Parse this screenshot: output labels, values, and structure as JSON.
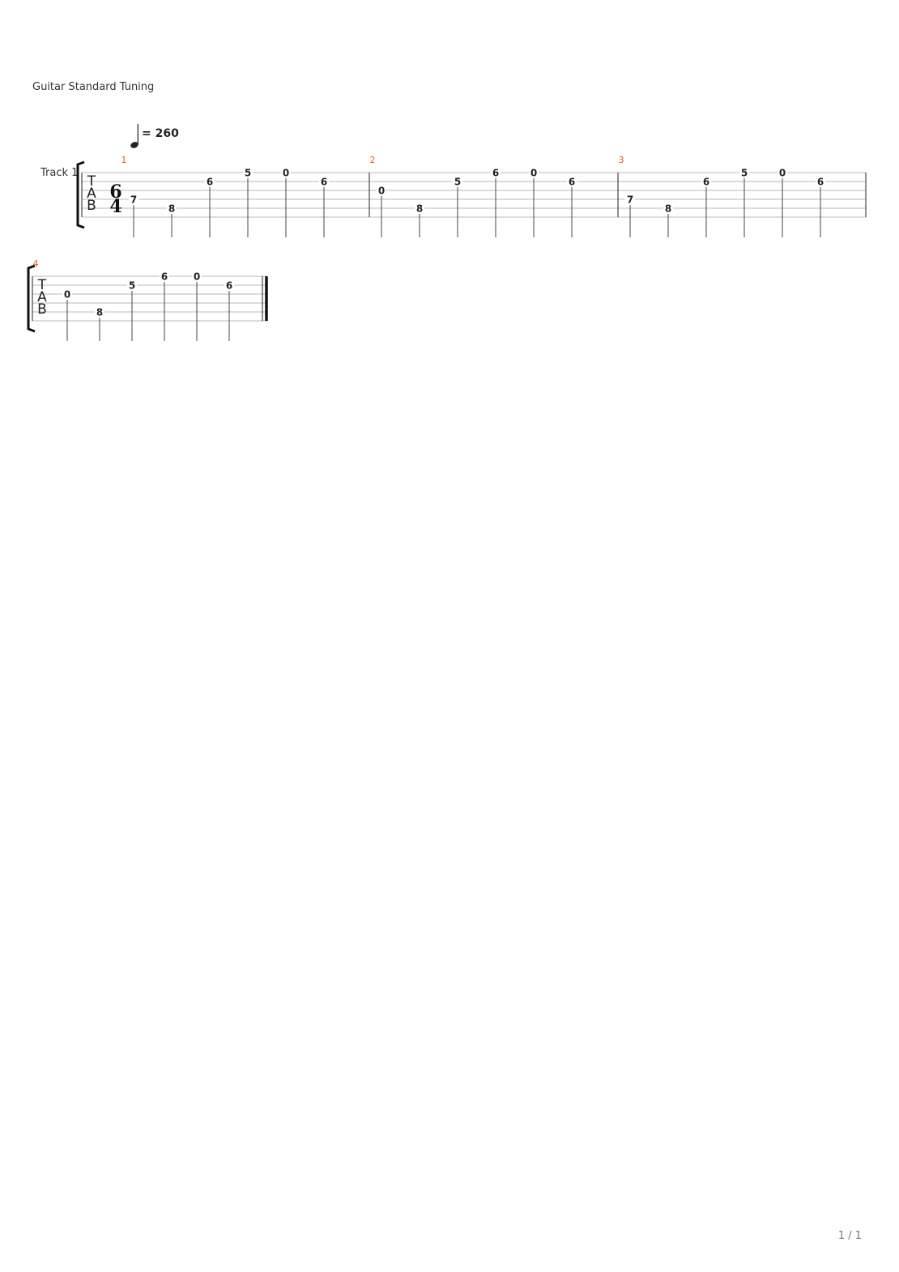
{
  "header": {
    "tuning": "Guitar Standard Tuning"
  },
  "tempo": {
    "symbol": "quarter-note-icon",
    "text": "= 260"
  },
  "track": {
    "name": "Track 1",
    "tab_letters": [
      "T",
      "A",
      "B"
    ],
    "time_signature": {
      "numerator": "6",
      "denominator": "4"
    }
  },
  "measures": [
    {
      "number": "1",
      "notes": [
        {
          "fret": "7",
          "string": 4
        },
        {
          "fret": "8",
          "string": 5
        },
        {
          "fret": "6",
          "string": 2
        },
        {
          "fret": "5",
          "string": 1
        },
        {
          "fret": "0",
          "string": 1
        },
        {
          "fret": "6",
          "string": 2
        }
      ]
    },
    {
      "number": "2",
      "notes": [
        {
          "fret": "0",
          "string": 3
        },
        {
          "fret": "8",
          "string": 5
        },
        {
          "fret": "5",
          "string": 2
        },
        {
          "fret": "6",
          "string": 1
        },
        {
          "fret": "0",
          "string": 1
        },
        {
          "fret": "6",
          "string": 2
        }
      ]
    },
    {
      "number": "3",
      "notes": [
        {
          "fret": "7",
          "string": 4
        },
        {
          "fret": "8",
          "string": 5
        },
        {
          "fret": "6",
          "string": 2
        },
        {
          "fret": "5",
          "string": 1
        },
        {
          "fret": "0",
          "string": 1
        },
        {
          "fret": "6",
          "string": 2
        }
      ]
    },
    {
      "number": "4",
      "notes": [
        {
          "fret": "0",
          "string": 3
        },
        {
          "fret": "8",
          "string": 5
        },
        {
          "fret": "5",
          "string": 2
        },
        {
          "fret": "6",
          "string": 1
        },
        {
          "fret": "0",
          "string": 1
        },
        {
          "fret": "6",
          "string": 2
        }
      ]
    }
  ],
  "footer": {
    "page": "1 / 1"
  },
  "colors": {
    "bar_number": "#e85a1e",
    "staff_line": "#b8b8b8",
    "ink": "#222222"
  }
}
